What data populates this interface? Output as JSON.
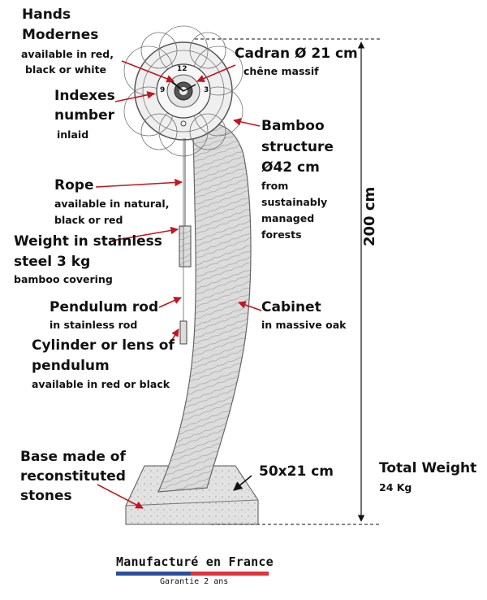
{
  "labels": {
    "hands_title_1": "Hands",
    "hands_title_2": "Modernes",
    "hands_sub_1": "available in red,",
    "hands_sub_2": "black or white",
    "cadran_title": "Cadran Ø 21 cm",
    "cadran_sub": "chêne massif",
    "indexes_1": "Indexes",
    "indexes_2": "number",
    "indexes_sub": "inlaid",
    "bamboo_1": "Bamboo",
    "bamboo_2": "structure",
    "bamboo_3": "Ø42 cm",
    "bamboo_sub_1": "from",
    "bamboo_sub_2": "sustainably",
    "bamboo_sub_3": "managed",
    "bamboo_sub_4": "forests",
    "rope_title": "Rope",
    "rope_sub_1": "available in natural,",
    "rope_sub_2": "black or red",
    "weight_1": "Weight in stainless",
    "weight_2": "steel  3 kg",
    "weight_sub": "bamboo covering",
    "pendulum_title": "Pendulum rod",
    "pendulum_sub": "in stainless rod",
    "cylinder_1": "Cylinder or lens of",
    "cylinder_2": "pendulum",
    "cylinder_sub": "available in red or black",
    "cabinet_title": "Cabinet",
    "cabinet_sub": "in massive oak",
    "height": "200 cm",
    "base_1": "Base made of",
    "base_2": "reconstituted",
    "base_3": "stones",
    "base_dims": "50x21 cm",
    "total_weight_title": "Total Weight",
    "total_weight_value": "24 Kg",
    "brand_title": "Manufacturé en France",
    "brand_sub": "Garantie 2 ans",
    "dial_numeral_top": "12",
    "dial_numeral_left": "9",
    "dial_numeral_right": "3"
  },
  "colors": {
    "arrow": "#c0161f",
    "flag_blue": "#2b4fa0",
    "flag_red": "#e0323c",
    "sketch": "#6f6f6f",
    "wood_fill": "#d9d9d9"
  }
}
